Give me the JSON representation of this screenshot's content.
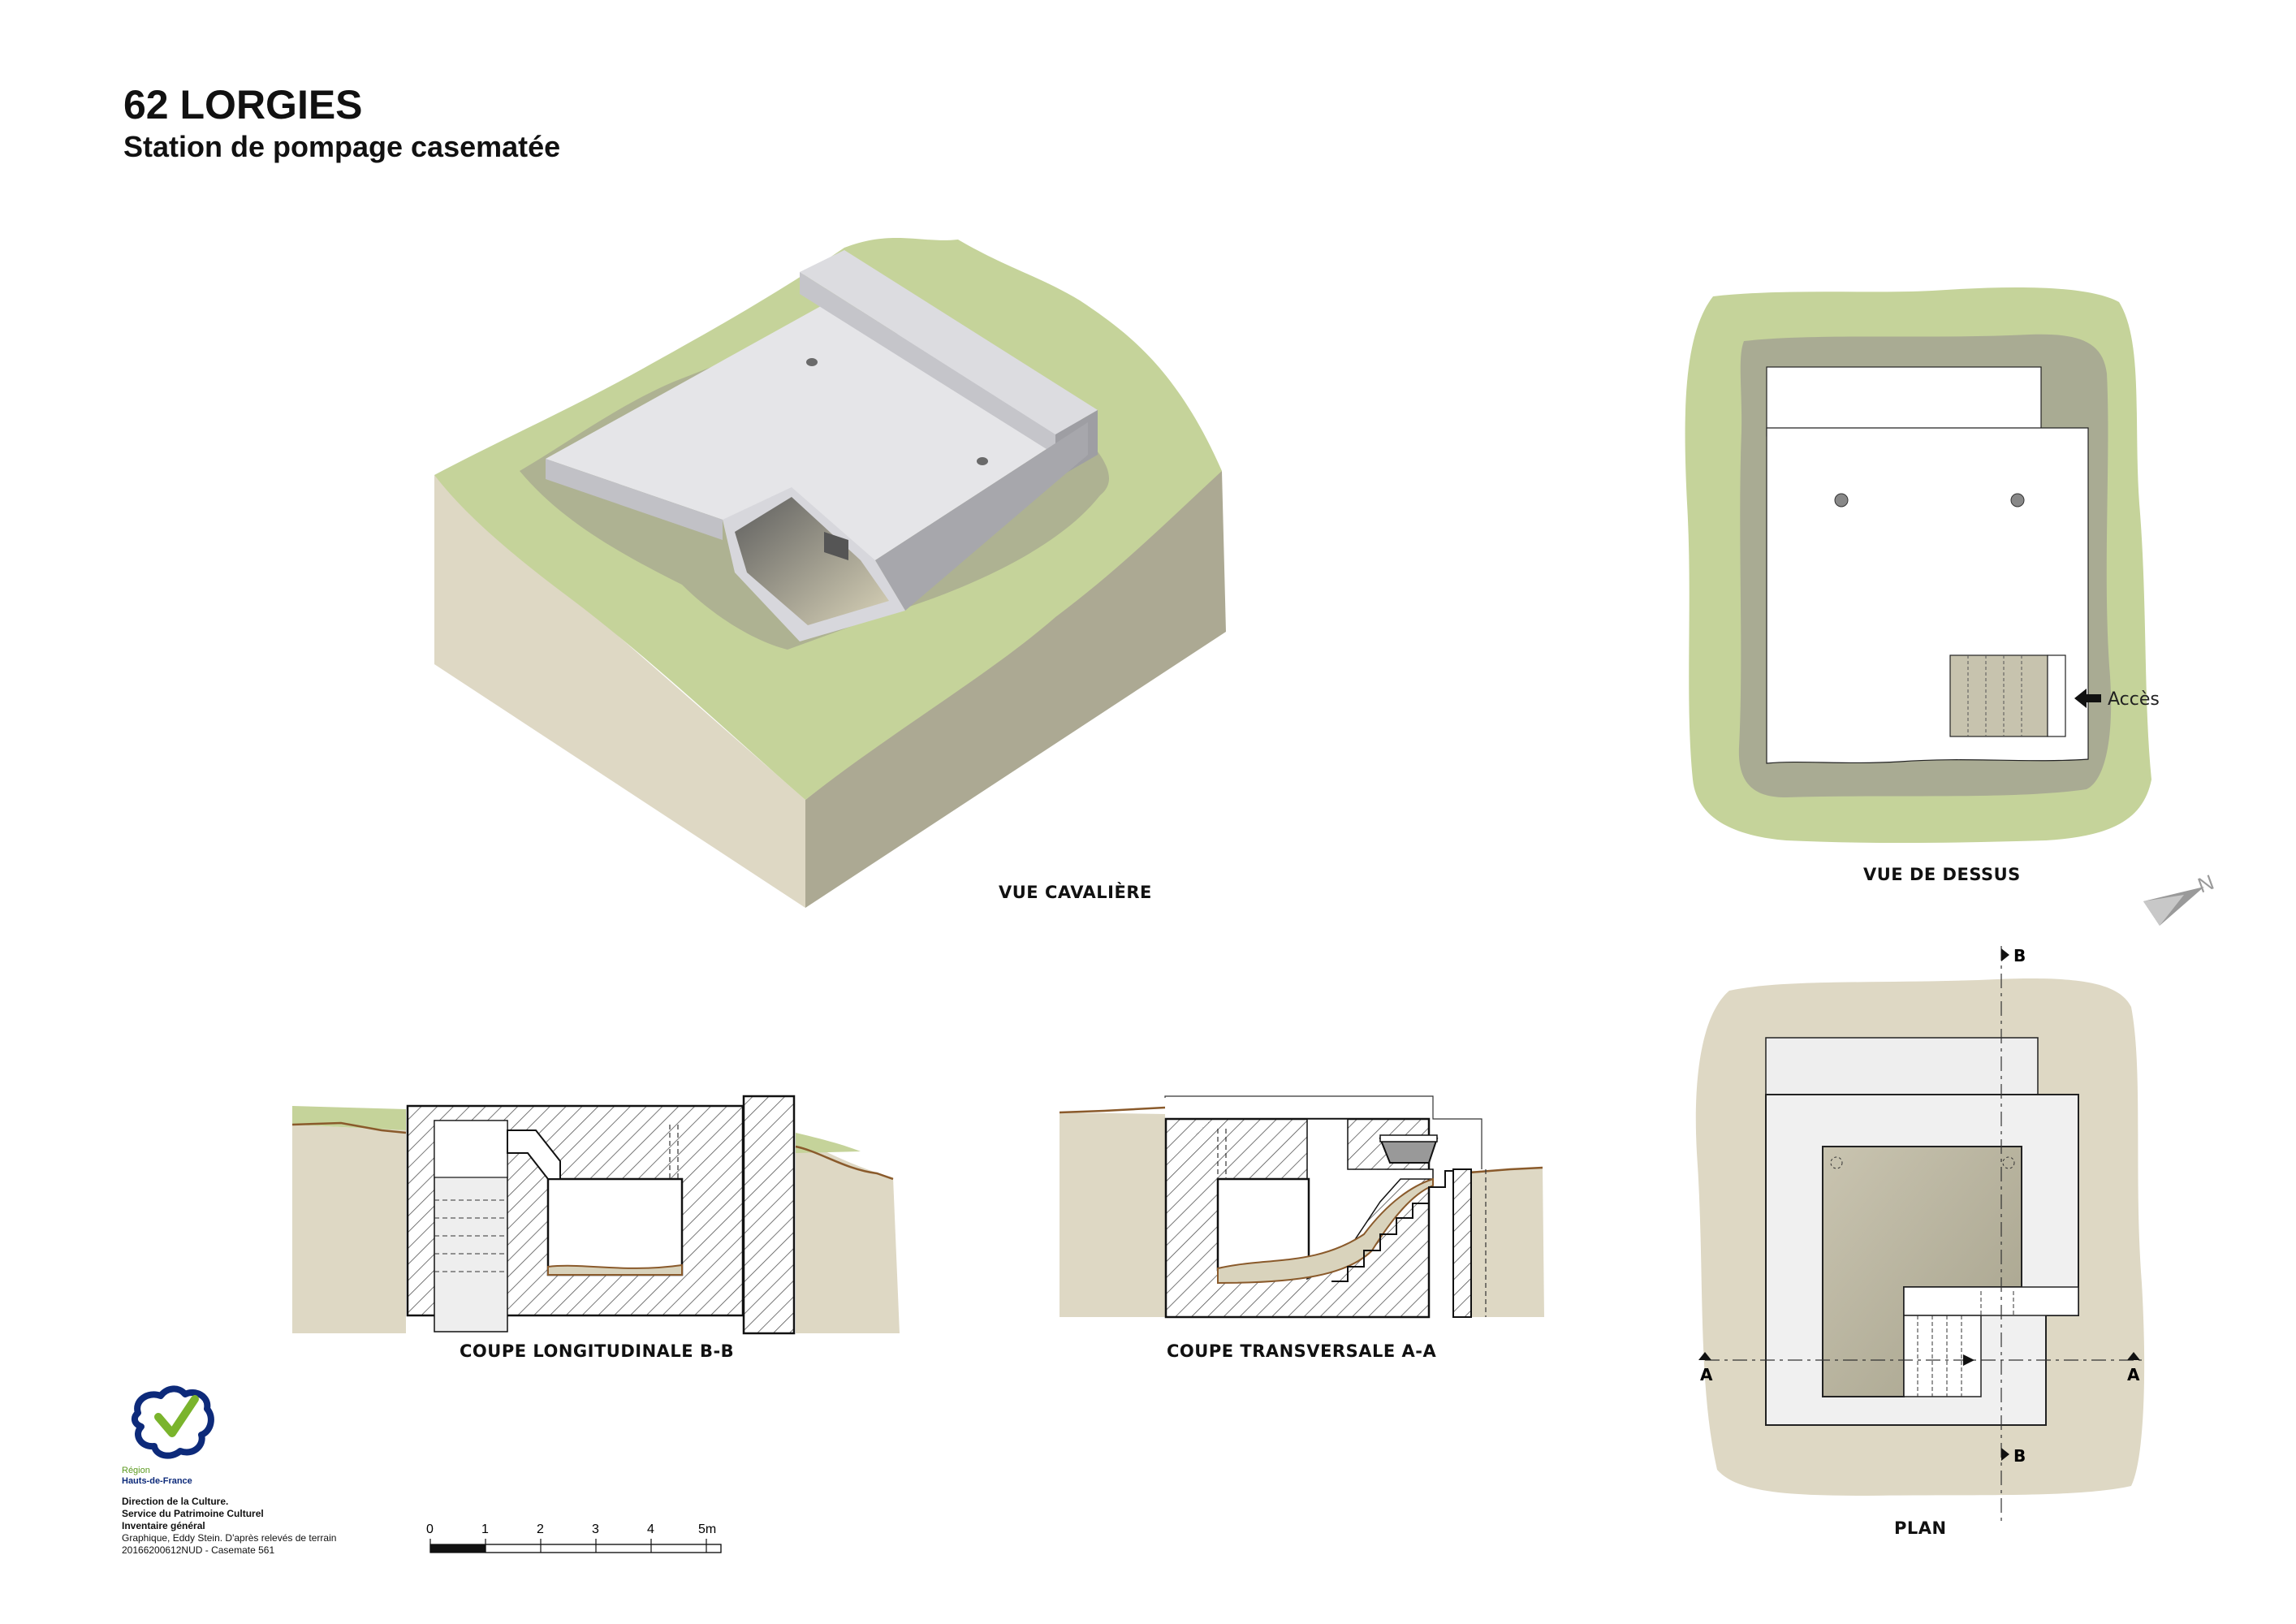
{
  "header": {
    "title": "62 LORGIES",
    "subtitle": "Station de pompage casematée"
  },
  "captions": {
    "cavaliere": "VUE CAVALIÈRE",
    "dessus": "VUE DE DESSUS",
    "longitudinale": "COUPE LONGITUDINALE B-B",
    "transversale": "COUPE TRANSVERSALE A-A",
    "plan": "PLAN"
  },
  "annotations": {
    "acces": "Accès",
    "section_a": "A",
    "section_b": "B",
    "north": "N"
  },
  "scale_bar": {
    "ticks": [
      "0",
      "1",
      "2",
      "3",
      "4",
      "5m"
    ]
  },
  "logo": {
    "line1": "Région",
    "line2": "Hauts-de-France"
  },
  "credits": {
    "line1": "Direction de la Culture.",
    "line2": "Service du Patrimoine Culturel",
    "line3": "Inventaire général",
    "line4": "Graphique, Eddy Stein. D'après relevés de terrain",
    "line5": "20166200612NUD - Casemate 561"
  },
  "colors": {
    "grass": "#c5d39a",
    "soil_light": "#ded8c4",
    "soil_dark": "#aca993",
    "concrete": "#e6e6e9",
    "concrete_shadow": "#a9a9ad",
    "ground_line": "#8a5a2b",
    "logo_blue": "#0d2a7a",
    "logo_green": "#7ab42c"
  }
}
